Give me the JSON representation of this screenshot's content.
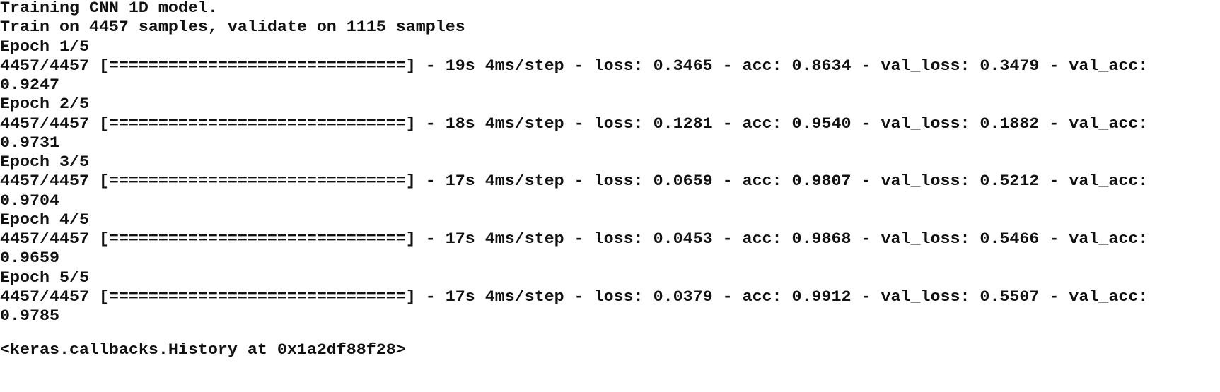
{
  "output": {
    "header_line_1": "Training CNN 1D model.",
    "header_line_2": "Train on 4457 samples, validate on 1115 samples",
    "epochs": [
      {
        "title": "Epoch 1/5",
        "progress": "4457/4457 [==============================] - 19s 4ms/step - loss: 0.3465 - acc: 0.8634 - val_loss: 0.3479 - val_acc:",
        "val_acc": "0.9247"
      },
      {
        "title": "Epoch 2/5",
        "progress": "4457/4457 [==============================] - 18s 4ms/step - loss: 0.1281 - acc: 0.9540 - val_loss: 0.1882 - val_acc:",
        "val_acc": "0.9731"
      },
      {
        "title": "Epoch 3/5",
        "progress": "4457/4457 [==============================] - 17s 4ms/step - loss: 0.0659 - acc: 0.9807 - val_loss: 0.5212 - val_acc:",
        "val_acc": "0.9704"
      },
      {
        "title": "Epoch 4/5",
        "progress": "4457/4457 [==============================] - 17s 4ms/step - loss: 0.0453 - acc: 0.9868 - val_loss: 0.5466 - val_acc:",
        "val_acc": "0.9659"
      },
      {
        "title": "Epoch 5/5",
        "progress": "4457/4457 [==============================] - 17s 4ms/step - loss: 0.0379 - acc: 0.9912 - val_loss: 0.5507 - val_acc:",
        "val_acc": "0.9785"
      }
    ],
    "result": "<keras.callbacks.History at 0x1a2df88f28>"
  }
}
